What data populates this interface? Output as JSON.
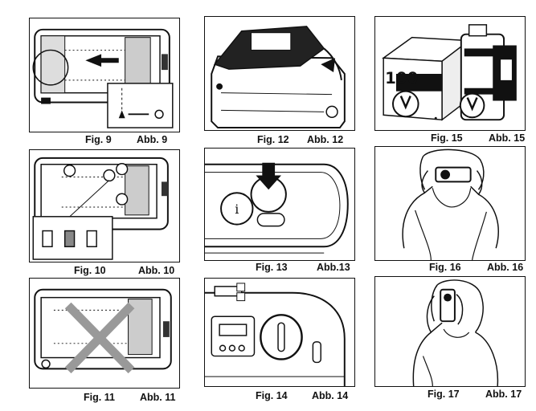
{
  "figures": [
    {
      "fig": "Fig. 9",
      "abb": "Abb. 9"
    },
    {
      "fig": "Fig. 12",
      "abb": "Abb. 12"
    },
    {
      "fig": "Fig. 15",
      "abb": "Abb. 15"
    },
    {
      "fig": "Fig. 10",
      "abb": "Abb. 10"
    },
    {
      "fig": "Fig. 13",
      "abb": "Abb.13"
    },
    {
      "fig": "Fig. 16",
      "abb": "Abb. 16"
    },
    {
      "fig": "Fig. 11",
      "abb": "Abb. 11"
    },
    {
      "fig": "Fig. 14",
      "abb": "Abb. 14"
    },
    {
      "fig": "Fig. 17",
      "abb": "Abb. 17"
    }
  ],
  "fig15_film_label": "100",
  "fig13_button_mark": "i"
}
